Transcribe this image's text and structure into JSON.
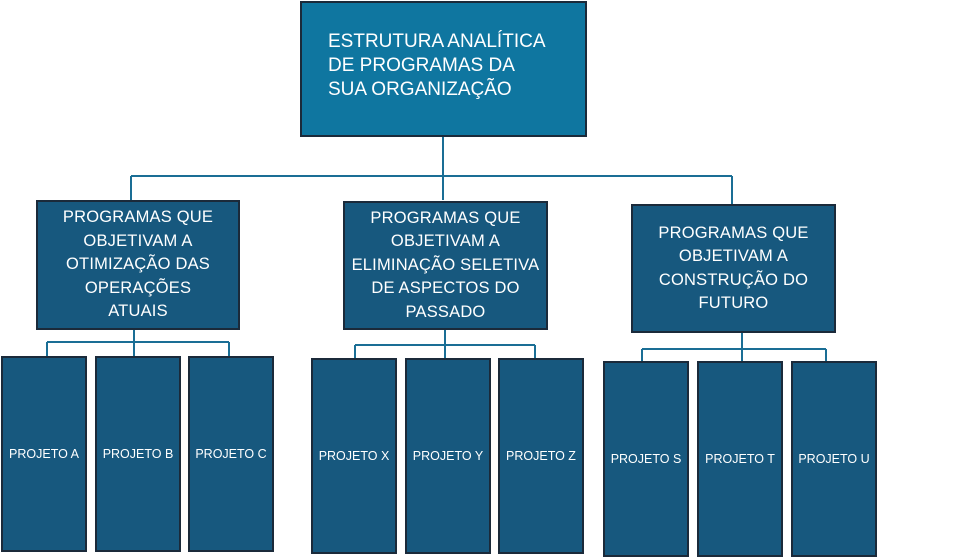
{
  "root": {
    "label": "ESTRUTURA ANALÍTICA\nDE PROGRAMAS DA\nSUA ORGANIZAÇÃO"
  },
  "branches": [
    {
      "label": "PROGRAMAS QUE\nOBJETIVAM A\nOTIMIZAÇÃO DAS\nOPERAÇÕES\nATUAIS",
      "projects": [
        "PROJETO A",
        "PROJETO B",
        "PROJETO C"
      ]
    },
    {
      "label": "PROGRAMAS QUE\nOBJETIVAM A\nELIMINAÇÃO SELETIVA\nDE ASPECTOS DO\nPASSADO",
      "projects": [
        "PROJETO X",
        "PROJETO Y",
        "PROJETO Z"
      ]
    },
    {
      "label": "PROGRAMAS QUE\nOBJETIVAM A\nCONSTRUÇÃO DO\nFUTURO",
      "projects": [
        "PROJETO S",
        "PROJETO T",
        "PROJETO U"
      ]
    }
  ],
  "colors": {
    "root_fill": "#0f76a0",
    "node_fill": "#17587e",
    "connector": "#1a6e95",
    "border": "#1b2a3a"
  }
}
